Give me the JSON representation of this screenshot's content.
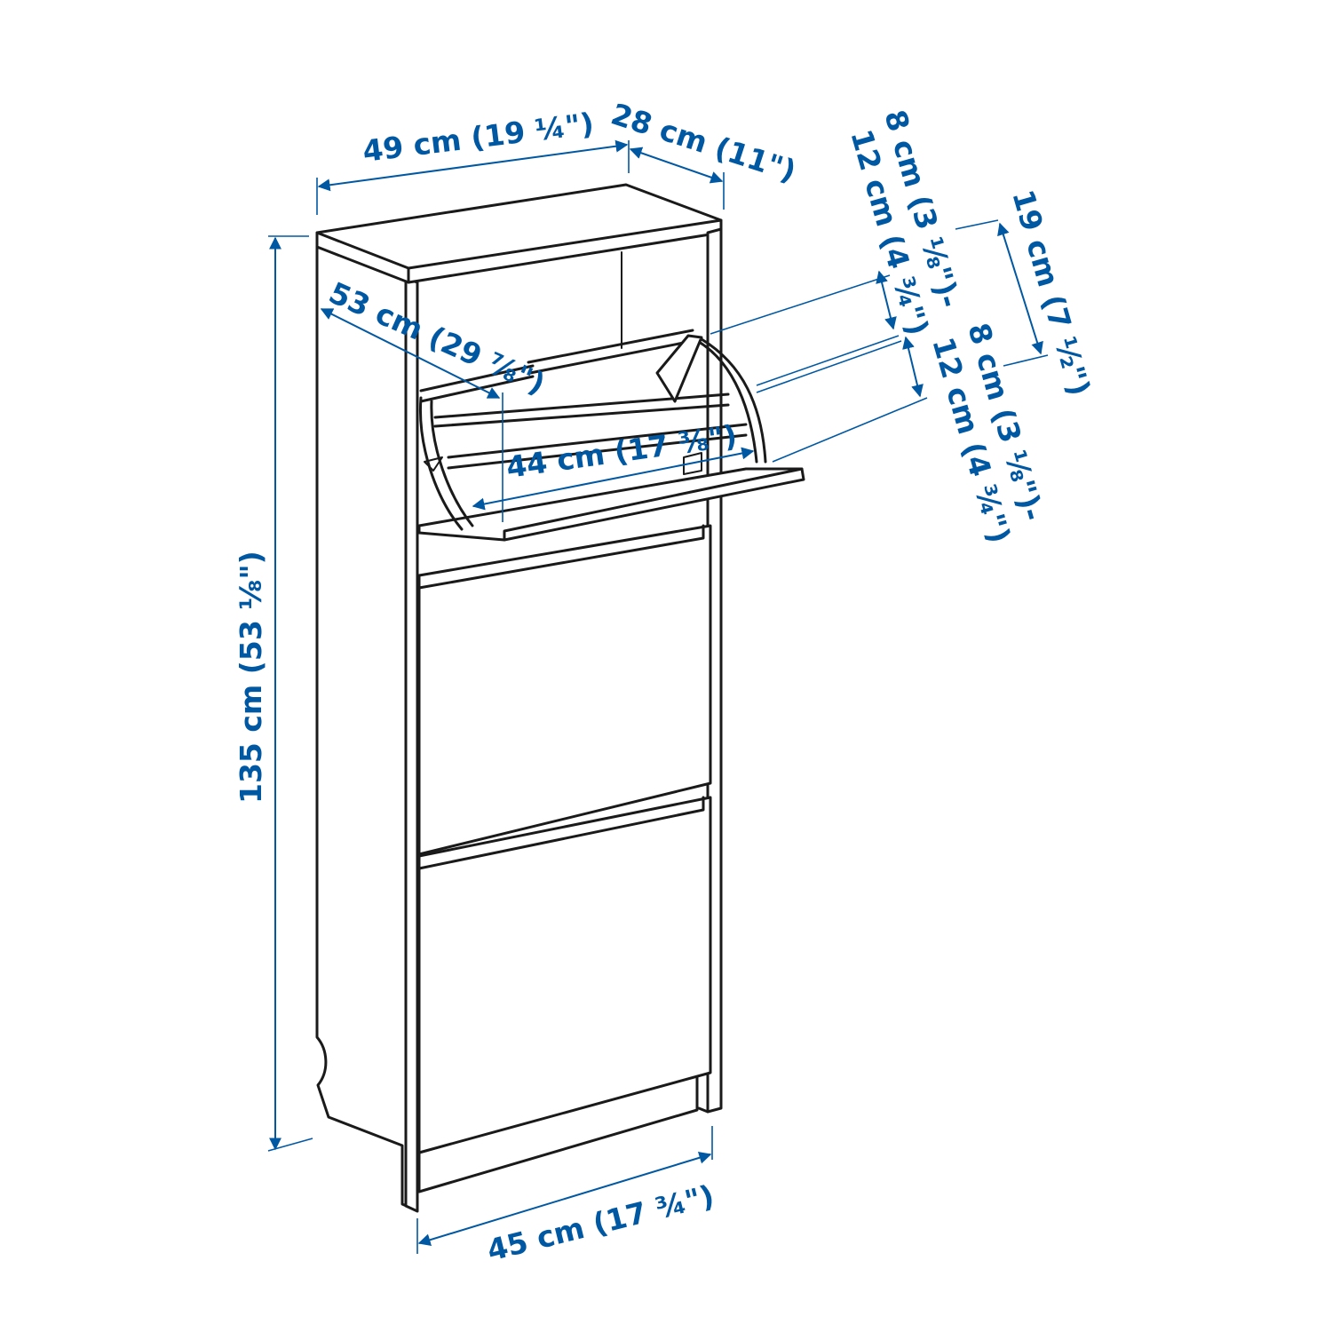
{
  "dimension_color": "#0058a3",
  "line_color": "#1a1a1a",
  "dimensions": {
    "width_top": "49 cm (19 ¼\")",
    "depth_top": "28 cm (11\")",
    "height": "135 cm (53 ⅛\")",
    "open_depth": "53 cm (29 ⅞\")",
    "inner_width": "44 cm (17 ⅜\")",
    "width_bottom": "45 cm (17 ¾\")",
    "shoe_upper_a": "8 cm (3 ⅛\")-",
    "shoe_upper_b": "12 cm (4 ¾\")",
    "shoe_height": "19 cm (7 ½\")",
    "shoe_lower_a": "8 cm (3 ⅛\")-",
    "shoe_lower_b": "12 cm (4 ¾\")"
  }
}
